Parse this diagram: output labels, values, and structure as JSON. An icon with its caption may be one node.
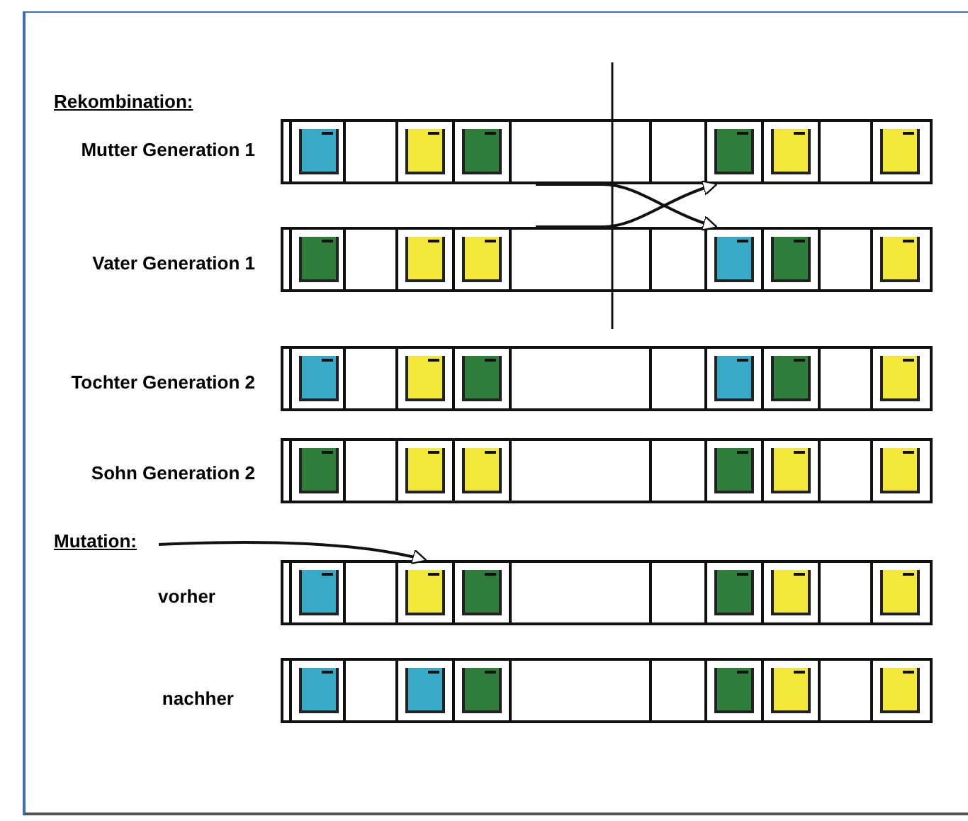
{
  "diagram": {
    "nodes": [
      {
        "text": [],
        "shape": "bar",
        "beside": [
          "Mutter Generation 1"
        ]
      },
      {
        "text": [],
        "shape": "bar",
        "beside": [
          "Vater Generation 1"
        ]
      },
      {
        "text": [],
        "shape": "bar",
        "beside": [
          "Tochter Generation 2"
        ]
      },
      {
        "text": [],
        "shape": "bar",
        "beside": [
          "Sohn Generation 2"
        ]
      },
      {
        "text": [],
        "shape": "bar",
        "beside": [
          "vorher"
        ]
      },
      {
        "text": [],
        "shape": "bar",
        "beside": [
          "nachher"
        ]
      }
    ],
    "edges": [
      {
        "from": 0,
        "to": 1,
        "arrow": "to"
      },
      {
        "from": 1,
        "to": 0,
        "arrow": "to"
      },
      {
        "from": null,
        "to": 4,
        "arrow": "to"
      }
    ],
    "labels": [
      "Rekombination:",
      "Mutation:"
    ]
  }
}
